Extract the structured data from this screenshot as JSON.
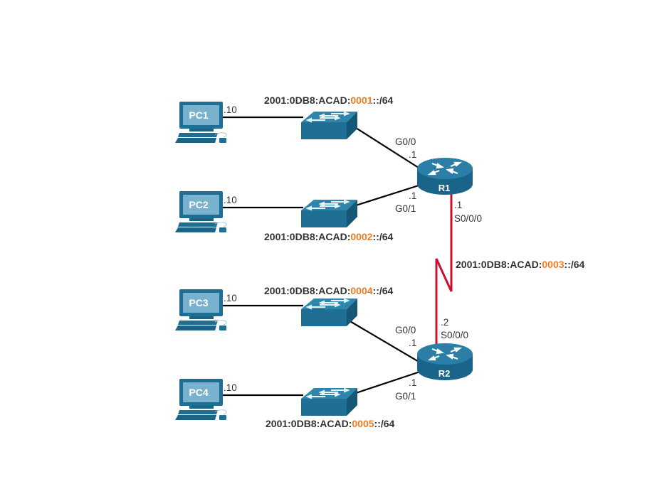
{
  "diagram": {
    "title": "",
    "colors": {
      "device": "#1f6e93",
      "device_light": "#2e86ad",
      "device_dark": "#154f6b",
      "screen": "#79b2cf",
      "ethernet_link": "#000000",
      "serial_link": "#c8102e",
      "subnet_highlight": "#f47c20",
      "label_text": "#333333"
    },
    "pcs": [
      {
        "name": "PC1",
        "ip_suffix": ".10"
      },
      {
        "name": "PC2",
        "ip_suffix": ".10"
      },
      {
        "name": "PC3",
        "ip_suffix": ".10"
      },
      {
        "name": "PC4",
        "ip_suffix": ".10"
      }
    ],
    "switches": [
      {
        "id": "S1"
      },
      {
        "id": "S2"
      },
      {
        "id": "S3"
      },
      {
        "id": "S4"
      }
    ],
    "routers": [
      {
        "name": "R1",
        "g00": {
          "iface": "G0/0",
          "ip_suffix": ".1"
        },
        "g01": {
          "iface": "G0/1",
          "ip_suffix": ".1"
        },
        "s000": {
          "iface": "S0/0/0",
          "ip_suffix": ".1"
        }
      },
      {
        "name": "R2",
        "g00": {
          "iface": "G0/0",
          "ip_suffix": ".1"
        },
        "g01": {
          "iface": "G0/1",
          "ip_suffix": ".1"
        },
        "s000": {
          "iface": "S0/0/0",
          "ip_suffix": ".2"
        }
      }
    ],
    "networks": [
      {
        "prefix": "2001:0DB8:ACAD:",
        "subnet": "0001",
        "suffix": "::/64"
      },
      {
        "prefix": "2001:0DB8:ACAD:",
        "subnet": "0002",
        "suffix": "::/64"
      },
      {
        "prefix": "2001:0DB8:ACAD:",
        "subnet": "0003",
        "suffix": "::/64"
      },
      {
        "prefix": "2001:0DB8:ACAD:",
        "subnet": "0004",
        "suffix": "::/64"
      },
      {
        "prefix": "2001:0DB8:ACAD:",
        "subnet": "0005",
        "suffix": "::/64"
      }
    ]
  }
}
